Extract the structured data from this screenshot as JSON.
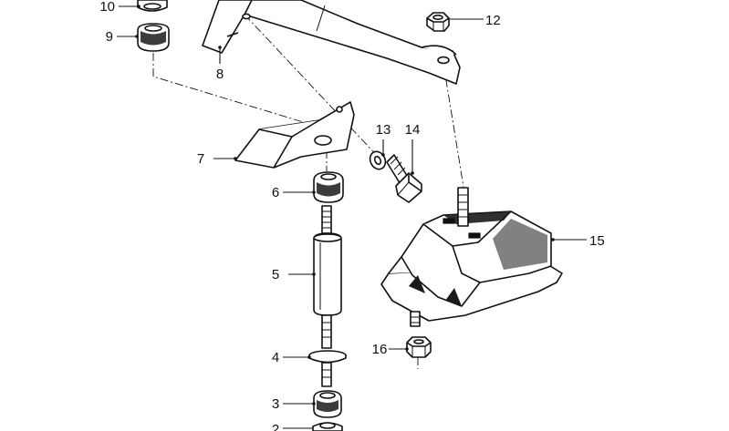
{
  "callouts": [
    {
      "id": "c1",
      "number": "10",
      "part": "nut"
    },
    {
      "id": "c2",
      "number": "9",
      "part": "rubber buffer"
    },
    {
      "id": "c3",
      "number": "8",
      "part": "support bracket"
    },
    {
      "id": "c4",
      "number": "12",
      "part": "hex nut"
    },
    {
      "id": "c5",
      "number": "13",
      "part": "washer"
    },
    {
      "id": "c6",
      "number": "14",
      "part": "hex bolt"
    },
    {
      "id": "c7",
      "number": "7",
      "part": "angle bracket"
    },
    {
      "id": "c8",
      "number": "6",
      "part": "rubber buffer"
    },
    {
      "id": "c9",
      "number": "15",
      "part": "rubber mount"
    },
    {
      "id": "c10",
      "number": "5",
      "part": "spacer sleeve"
    },
    {
      "id": "c11",
      "number": "16",
      "part": "hex nut"
    },
    {
      "id": "c12",
      "number": "4",
      "part": "washer"
    },
    {
      "id": "c13",
      "number": "3",
      "part": "rubber buffer"
    },
    {
      "id": "c14",
      "number": "2",
      "part": "nut"
    }
  ],
  "colors": {
    "line": "#111111",
    "background": "#ffffff"
  }
}
